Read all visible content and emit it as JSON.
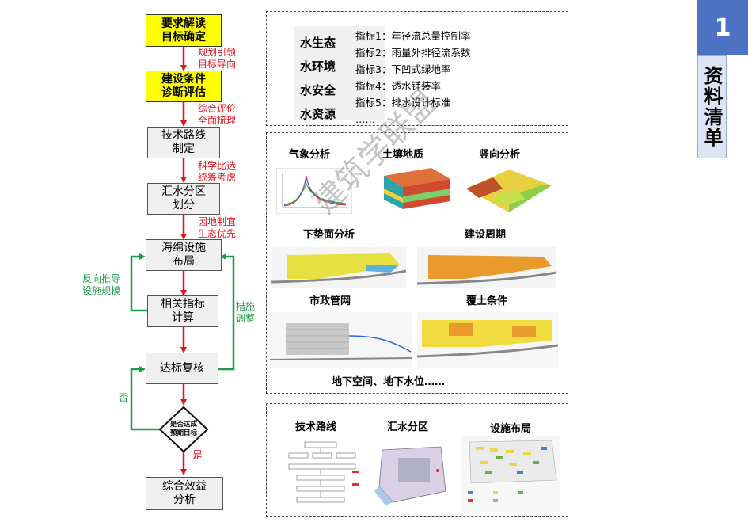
{
  "flow": {
    "step1": "要求解读\n目标确定",
    "step2": "建设条件\n诊断评估",
    "step3": "技术路线\n制定",
    "step4": "汇水分区\n划分",
    "step5": "海绵设施\n布局",
    "step6": "相关指标\n计算",
    "step7": "达标复核",
    "diamond": "是否达成\n预期目标",
    "step8": "综合效益\n分析",
    "label1": "规划引领\n目标导向",
    "label2": "综合评价\n全面梳理",
    "label3": "科学比选\n统筹考虑",
    "label4": "因地制宜\n生态优先",
    "reverse": "反向推导\n设施规模",
    "adjust": "措施\n调整",
    "no": "否",
    "yes": "是"
  },
  "panel1": {
    "categories": [
      "水生态",
      "水环境",
      "水安全",
      "水资源"
    ],
    "indicators": [
      "指标1：年径流总量控制率",
      "指标2：雨量外排径流系数",
      "指标3：下凹式绿地率",
      "指标4：透水铺装率",
      "指标5：排水设计标准",
      "……"
    ]
  },
  "panel2": {
    "t1": "气象分析",
    "t2": "土壤地质",
    "t3": "竖向分析",
    "t4": "下垫面分析",
    "t5": "建设周期",
    "t6": "市政管网",
    "t7": "覆土条件",
    "footer": "地下空间、地下水位……"
  },
  "panel3": {
    "t1": "技术路线",
    "t2": "汇水分区",
    "t3": "设施布局"
  },
  "tab": {
    "number": "1",
    "label": "资料清单"
  },
  "watermark": "建筑学联盟",
  "colors": {
    "red": "#e0141e",
    "green": "#1d9a4a",
    "yellow": "#ffff00",
    "tab": "#4d74c4"
  }
}
